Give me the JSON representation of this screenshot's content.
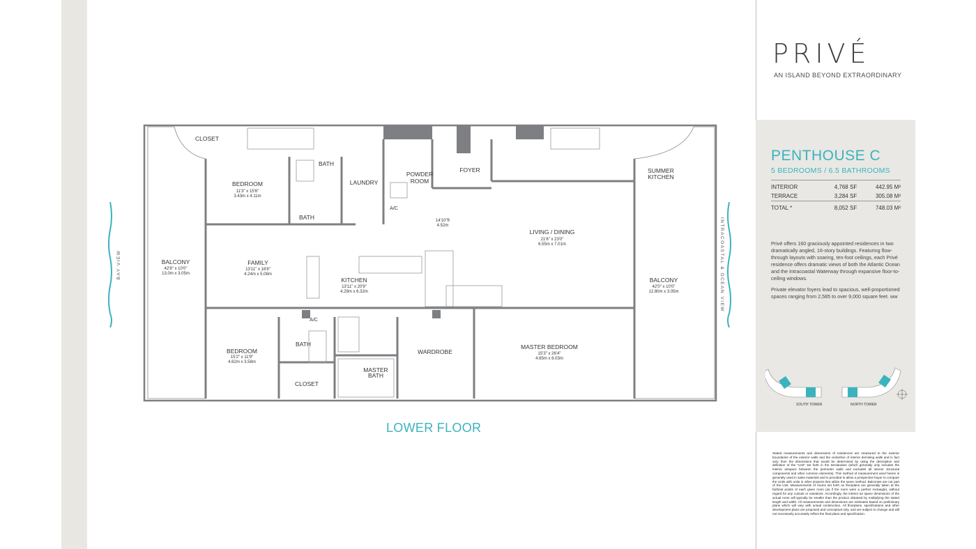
{
  "brand": {
    "name": "PRIVÉ",
    "tagline": "AN ISLAND BEYOND EXTRAORDINARY"
  },
  "unit": {
    "title": "PENTHOUSE C",
    "subtitle": "5 BEDROOMS / 6.5 BATHROOMS",
    "areas": [
      {
        "label": "INTERIOR",
        "sf": "4,768 SF",
        "sqm": "442.95 M²"
      },
      {
        "label": "TERRACE",
        "sf": "3,284 SF",
        "sqm": "305.08 M²"
      }
    ],
    "total": {
      "label": "TOTAL *",
      "sf": "8,052 SF",
      "sqm": "748.03 M²"
    },
    "description_1": "Privé offers 160 graciously appointed residences in two dramatically angled, 16-story buildings. Featuring flow-through layouts with soaring, ten-foot ceilings, each Privé residence offers dramatic views of both the Atlantic Ocean and the Intracoastal Waterway through expansive floor-to-ceiling windows.",
    "description_2": "Private elevator foyers lead to spacious, well-proportioned spaces ranging from 2,585 to over 9,000 square feet. ww"
  },
  "keyplan": {
    "south": "SOUTH TOWER",
    "north": "NORTH TOWER"
  },
  "floor_label": "LOWER FLOOR",
  "views": {
    "left": "BAY VIEW",
    "right": "INTRACOASTAL & OCEAN VIEW"
  },
  "rooms": {
    "closet_top": "CLOSET",
    "bath_top": "BATH",
    "laundry": "LAUNDRY",
    "powder_1": "POWDER",
    "powder_2": "ROOM",
    "foyer": "FOYER",
    "summer_kitchen_1": "SUMMER",
    "summer_kitchen_2": "KITCHEN",
    "bedroom_1": "BEDROOM",
    "bedroom_1_dim": "11'3\" x 15'6\"",
    "bedroom_1_m": "3.43m x 4.11m",
    "bath_mid": "BATH",
    "ac_1": "A/C",
    "ceiling_ft": "14'10\"ft",
    "ceiling_m": "4.52m",
    "living": "LIVING / DINING",
    "living_dim": "21'6\" x 23'0\"",
    "living_m": "6.55m x 7.01m",
    "balcony_left": "BALCONY",
    "balcony_left_dim": "42'8\" x 10'0\"",
    "balcony_left_m": "13.0m x 3.05m",
    "family": "FAMILY",
    "family_dim": "13'11\" x 16'8\"",
    "family_m": "4.24m x 5.08m",
    "kitchen": "KITCHEN",
    "kitchen_dim": "13'11\" x 20'9\"",
    "kitchen_m": "4.29m x 6.32m",
    "balcony_right": "BALCONY",
    "balcony_right_dim": "42'0\" x 10'0\"",
    "balcony_right_m": "12.80m x 3.05m",
    "ac_2": "A/C",
    "bedroom_2": "BEDROOM",
    "bedroom_2_dim": "15'2\" x 11'9\"",
    "bedroom_2_m": "4.62m x 3.58m",
    "bath_low": "BATH",
    "closet_low": "CLOSET",
    "wardrobe": "WARDROBE",
    "master_bath_1": "MASTER",
    "master_bath_2": "BATH",
    "master_bedroom": "MASTER BEDROOM",
    "master_dim": "15'3\" x 26'4\"",
    "master_m": "4.65m x 8.03m"
  },
  "disclaimer": "Stated measurements and dimensions of residences are measured to the exterior boundaries of the exterior walls and the centerline of interior demising walls and in fact vary from the dimensions that would be determined by using the description and definition of the \"Unit\" set forth in the Declaration (which generally only includes the interior airspace between the perimeter walls and excludes all interior structural components and other common elements). This method of measurement used herein is generally used in sales materials and is provided to allow a prospective buyer to compare the Units with units in other projects that utilize the same method. Balconies are not part of the Unit. Measurements of rooms set forth on floorplans are generally taken at the farthest points of each given room (as if the room were a perfect rectangle), without regard for any cutouts or variations. Accordingly, the interior air space dimensions of the actual room will typically be smaller than the product obtained by multiplying the stated length and width. All measurements and dimensions are estimates based on preliminary plans which will vary with actual construction. All floorplans, specifications and other development plans are proposed and conceptual only, and are subject to change and will not necessarily accurately reflect the final plans and specification.",
  "colors": {
    "accent": "#3bb3be",
    "wall": "#7d7f82",
    "panel": "#e9e8e4"
  }
}
